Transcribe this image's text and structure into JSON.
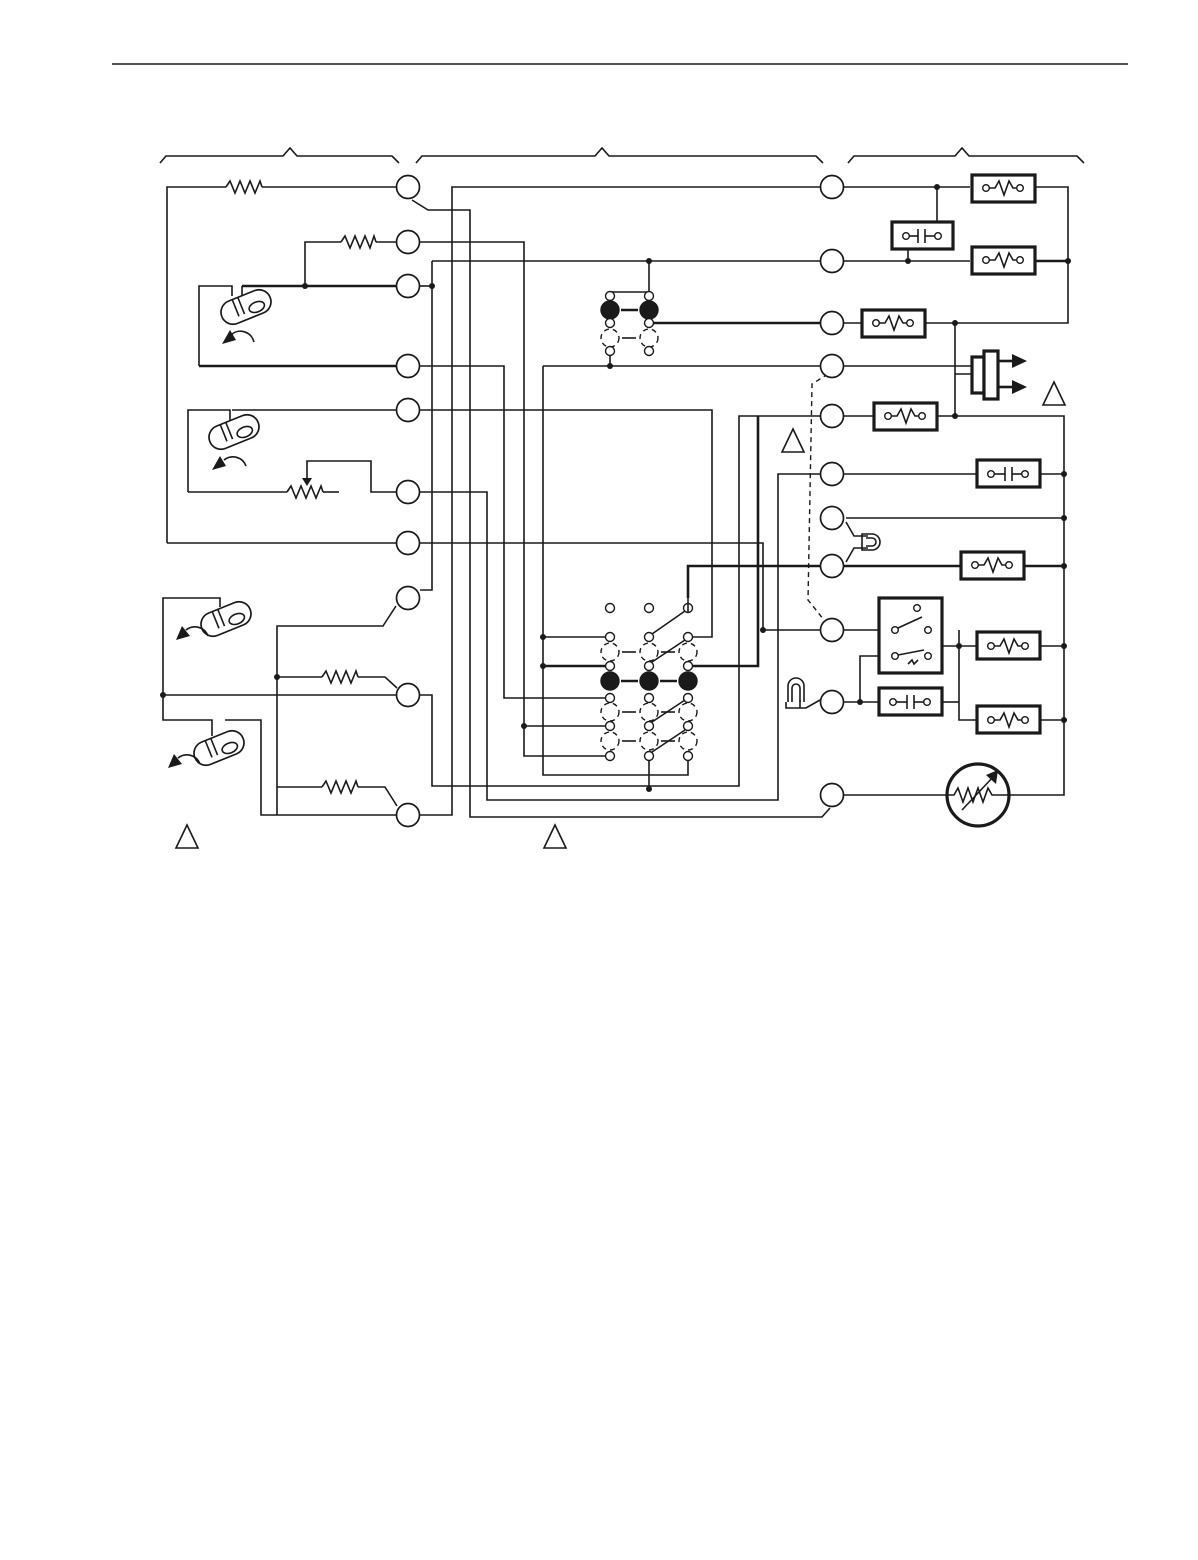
{
  "diagram": {
    "sections": [
      "field-devices-left",
      "control-board",
      "field-devices-right"
    ],
    "note_markers": 4,
    "colors": {
      "ink": "#1a1a1a",
      "paper": "#ffffff"
    }
  }
}
